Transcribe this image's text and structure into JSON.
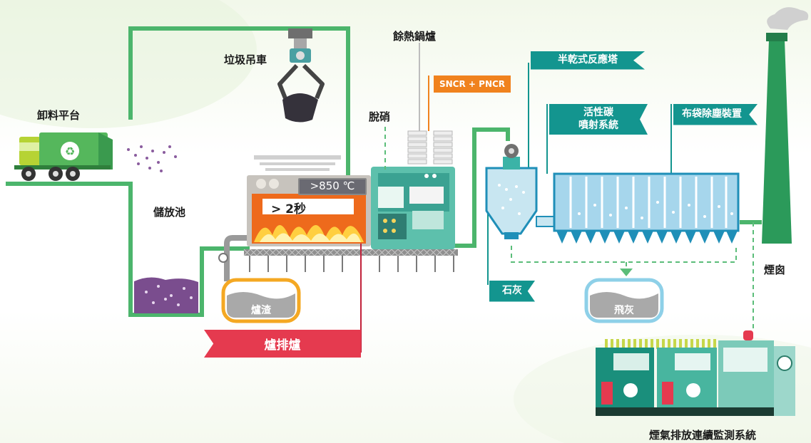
{
  "labels": {
    "unloading_platform": "卸料平台",
    "garbage_crane": "垃圾吊車",
    "storage_pit": "儲放池",
    "waste_heat_boiler": "餘熱鍋爐",
    "denitrification": "脫硝",
    "chimney": "煙囪",
    "cems": "煙氣排放連續監測系統"
  },
  "tags": {
    "sncr": "SNCR + PNCR",
    "semi_dry_tower": "半乾式反應塔",
    "activated_carbon_line1": "活性碳",
    "activated_carbon_line2": "噴射系統",
    "baghouse": "布袋除塵裝置",
    "lime": "石灰",
    "furnace_out": "爐排爐"
  },
  "bins": {
    "slag": "爐渣",
    "fly_ash": "飛灰"
  },
  "furnace": {
    "temperature": ">850 ℃",
    "residence_time": "> 2秒"
  },
  "colors": {
    "pipe_green": "#4cb56c",
    "teal": "#13958f",
    "orange": "#f0821e",
    "red": "#e53a4f",
    "flame": "#f26a1b",
    "water_blue": "#a6d6ec",
    "chimney_green": "#2b9a5a"
  }
}
